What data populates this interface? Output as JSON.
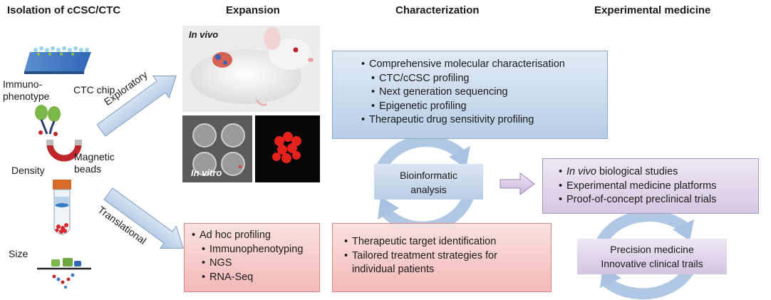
{
  "headers": {
    "isolation": "Isolation of cCSC/CTC",
    "expansion": "Expansion",
    "characterization": "Characterization",
    "experimental": "Experimental medicine"
  },
  "isolation": {
    "immuno_line1": "Immuno-",
    "immuno_line2": "phenotype",
    "ctc_chip": "CTC chip",
    "magnetic_line1": "Magnetic",
    "magnetic_line2": "beads",
    "density": "Density",
    "size": "Size"
  },
  "arrows": {
    "exploratory": "Exploratory",
    "translational": "Translational"
  },
  "expansion": {
    "in_vivo": "In vivo",
    "in_vitro": "In vitro",
    "translational_box": {
      "items": [
        {
          "text": "Ad hoc profiling",
          "level": 0
        },
        {
          "text": "Immunophenotyping",
          "level": 1
        },
        {
          "text": "NGS",
          "level": 1
        },
        {
          "text": "RNA-Seq",
          "level": 1
        }
      ]
    }
  },
  "characterization": {
    "top_box": {
      "items": [
        {
          "text": "Comprehensive molecular characterisation",
          "level": 0
        },
        {
          "text": "CTC/cCSC profiling",
          "level": 1
        },
        {
          "text": "Next generation sequencing",
          "level": 1
        },
        {
          "text": "Epigenetic profiling",
          "level": 1
        },
        {
          "text": "Therapeutic drug sensitivity profiling",
          "level": 0
        }
      ]
    },
    "bioinformatic_line1": "Bioinformatic",
    "bioinformatic_line2": "analysis",
    "bottom_box": {
      "items": [
        {
          "text": "Therapeutic target identification",
          "level": 0
        },
        {
          "text": "Tailored treatment strategies for",
          "level": 0
        },
        {
          "text": "individual patients",
          "level": 2
        }
      ]
    }
  },
  "experimental": {
    "box": {
      "item1_italic": "In vivo",
      "item1_rest": " biological studies",
      "item2": "Experimental medicine platforms",
      "item3": "Proof-of-concept preclinical trials"
    },
    "precision_line1": "Precision medicine",
    "precision_line2": "Innovative clinical trails"
  },
  "colors": {
    "blue_box": "#c9d9ec",
    "red_box": "#f6caca",
    "purple_box": "#e2d6ea",
    "arrow_fill": "#c5d7ed",
    "cycle_blue": "#b4c9e4"
  }
}
